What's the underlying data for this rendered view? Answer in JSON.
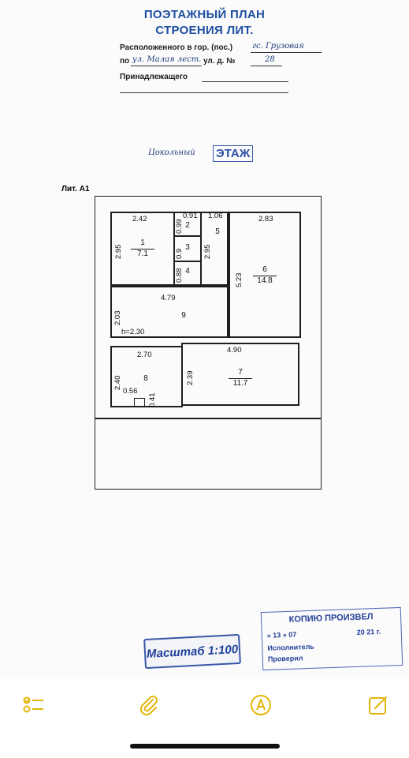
{
  "document": {
    "title_line1": "ПОЭТАЖНЫЙ ПЛАН",
    "title_line2": "СТРОЕНИЯ ЛИТ.",
    "located_label": "Расположенного в гор. (пос.)",
    "located_value": "гс. Грузовая",
    "street_prefix": "по",
    "street_value": "ул. Малая лест.",
    "street_label": "ул. д. №",
    "house_no": "28",
    "belongs_label": "Принадлежащего",
    "floor_handwritten": "Цокольный",
    "floor_stamp": "ЭТАЖ",
    "lit_label": "Лит. А1"
  },
  "plan": {
    "rooms": [
      {
        "no": "1",
        "area": "7.1"
      },
      {
        "no": "2"
      },
      {
        "no": "3"
      },
      {
        "no": "4"
      },
      {
        "no": "5"
      },
      {
        "no": "6",
        "area": "14.8"
      },
      {
        "no": "7",
        "area": "11.7"
      },
      {
        "no": "8"
      },
      {
        "no": "9"
      }
    ],
    "dims": {
      "r1_w": "2.42",
      "r1_h": "2.95",
      "r2_w": "0.91",
      "r2_h": "0.99",
      "r3_h": "0.9",
      "r4_h": "0.88",
      "r5_w": "1.06",
      "r5_h": "2.95",
      "r6_w": "2.83",
      "r6_h": "5.23",
      "r9_w": "4.79",
      "r9_h": "2.03",
      "height": "h=2.30",
      "r8_w": "2.70",
      "r8_h": "2.40",
      "r8_small_w": "0.56",
      "r8_small_h": "0.41",
      "r7_w": "4.90",
      "r7_h": "2.39"
    }
  },
  "stamps": {
    "scale": "Масштаб 1:100",
    "copy_title": "КОПИЮ ПРОИЗВЕЛ",
    "copy_date": "« 13 » 07",
    "copy_year": "20 21 г.",
    "executor_label": "Исполнитель",
    "checked_label": "Проверил"
  },
  "toolbar": {
    "icons": [
      "checklist-icon",
      "attachment-icon",
      "markup-icon",
      "compose-icon"
    ],
    "accent": "#e3b50c"
  }
}
